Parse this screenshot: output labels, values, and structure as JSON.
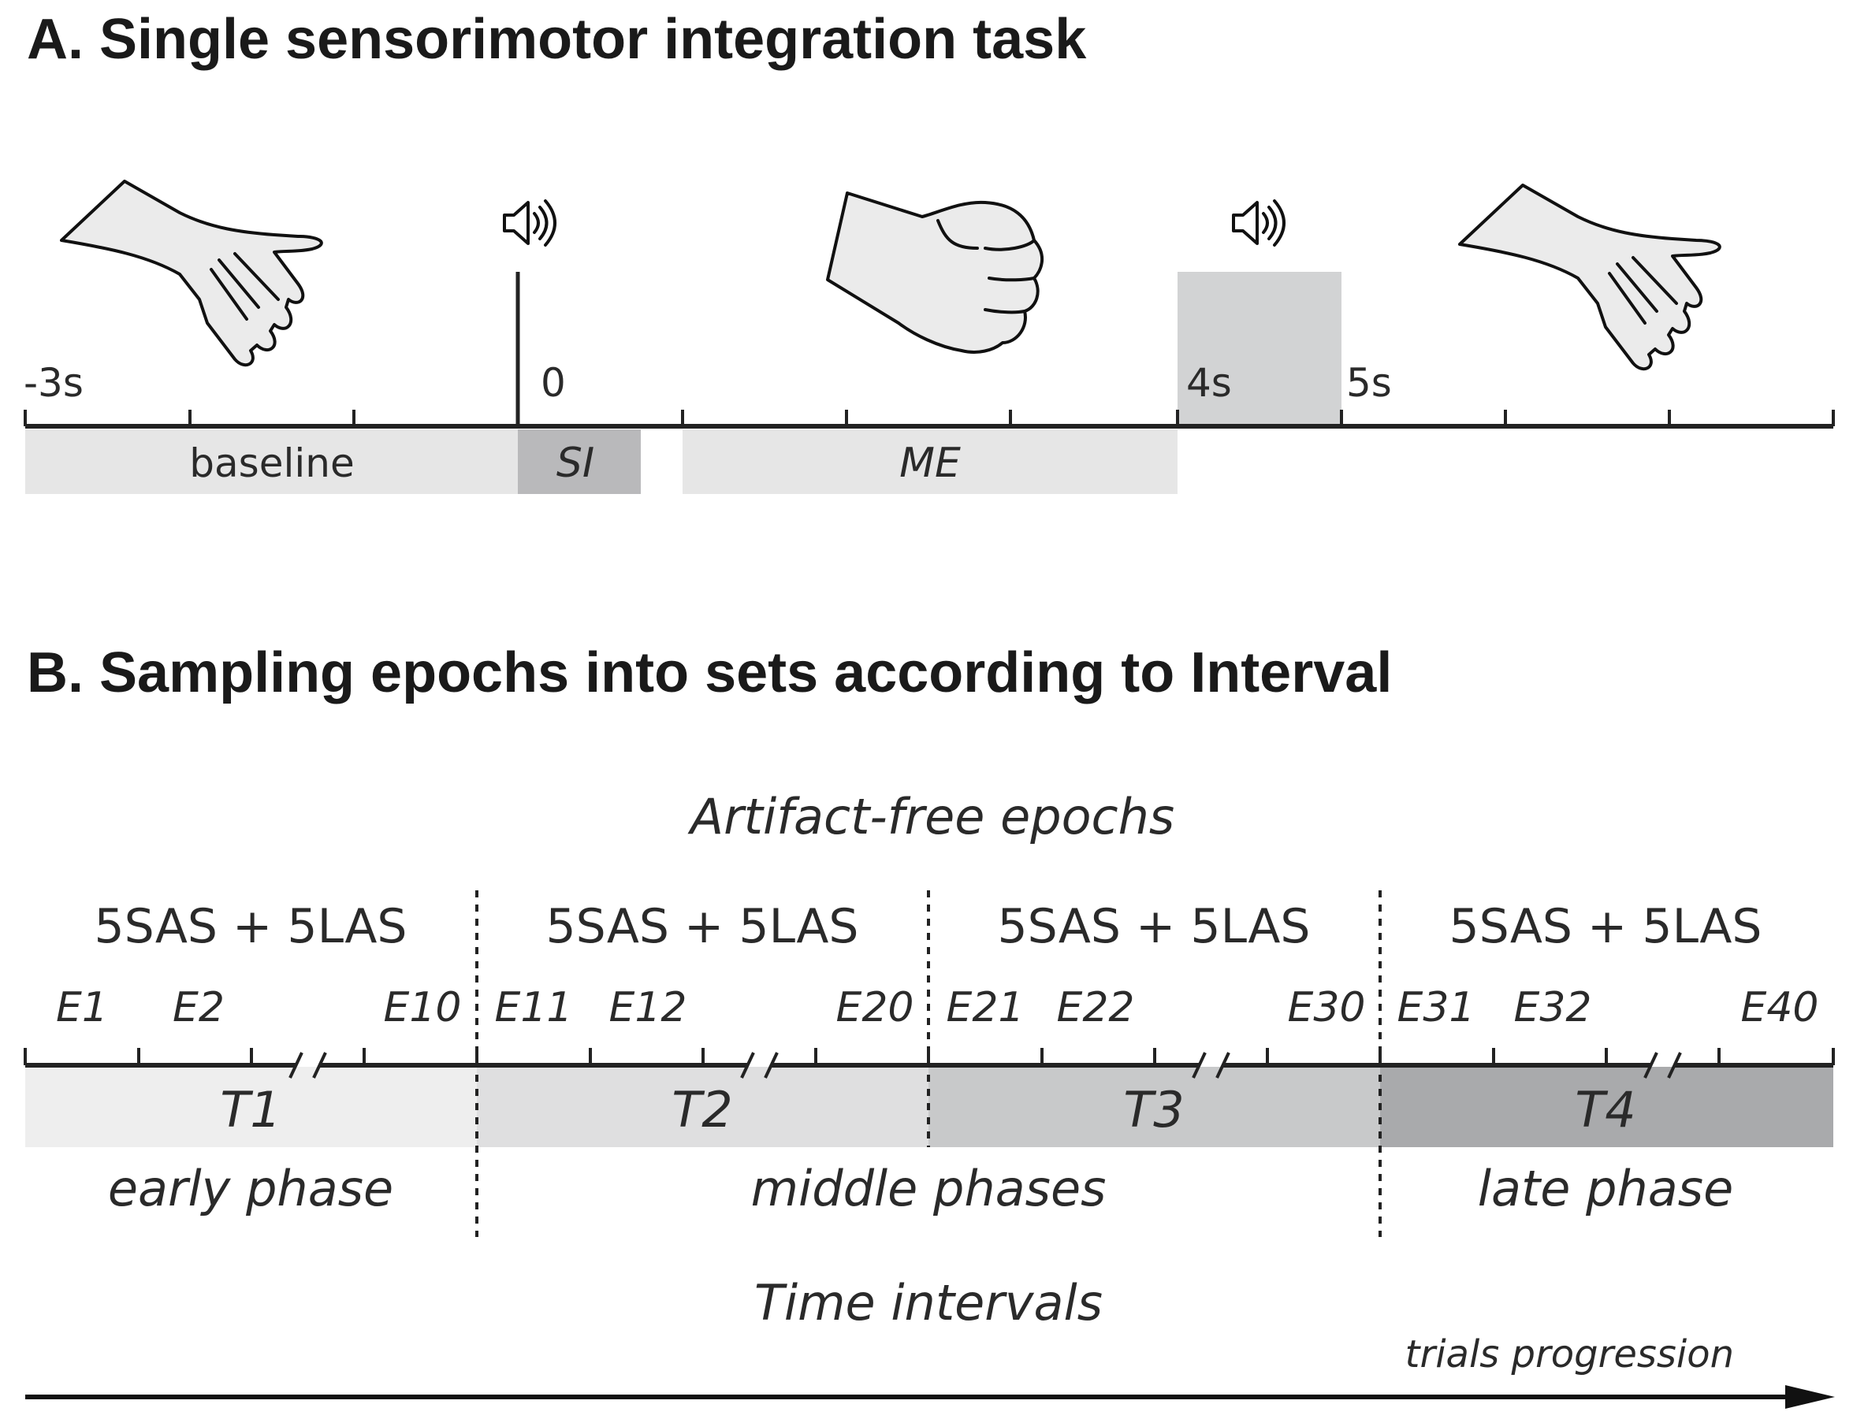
{
  "panel_a": {
    "title": "A. Single sensorimotor integration task",
    "time_labels": [
      "-3s",
      "0",
      "4s",
      "5s"
    ],
    "bars": {
      "baseline": "baseline",
      "si": "SI",
      "me": "ME"
    },
    "icons": [
      "hand-open-icon",
      "speaker-icon",
      "hand-fist-icon",
      "speaker-icon",
      "hand-open-icon"
    ],
    "colors": {
      "light_bar": "#e6e6e6",
      "si_bar": "#b9b9bb",
      "stim_box": "#d2d3d4"
    }
  },
  "panel_b": {
    "title": "B. Sampling epochs into sets according to Interval",
    "header": "Artifact-free epochs",
    "sets": [
      "5SAS + 5LAS",
      "5SAS + 5LAS",
      "5SAS + 5LAS",
      "5SAS + 5LAS"
    ],
    "epochs": [
      [
        "E1",
        "E2",
        "E10"
      ],
      [
        "E11",
        "E12",
        "E20"
      ],
      [
        "E21",
        "E22",
        "E30"
      ],
      [
        "E31",
        "E32",
        "E40"
      ]
    ],
    "intervals": [
      {
        "label": "T1",
        "color": "#eeeeee"
      },
      {
        "label": "T2",
        "color": "#dfdfe0"
      },
      {
        "label": "T3",
        "color": "#c8c9ca"
      },
      {
        "label": "T4",
        "color": "#a9aaac"
      }
    ],
    "phases": [
      "early phase",
      "middle phases",
      "late phase"
    ],
    "footer": "Time intervals",
    "arrow_label": "trials progression"
  }
}
